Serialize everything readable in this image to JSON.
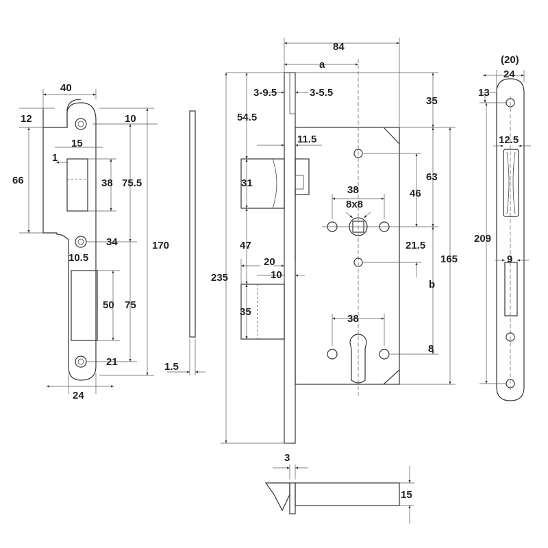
{
  "strike_plate": {
    "d_40": "40",
    "d_12": "12",
    "d_10": "10",
    "d_66": "66",
    "d_15": "15",
    "d_1": "1",
    "d_38": "38",
    "d_75_5": "75.5",
    "d_170": "170",
    "d_34": "34",
    "d_10_5": "10.5",
    "d_50": "50",
    "d_75": "75",
    "d_21": "21",
    "d_24": "24"
  },
  "side_profile": {
    "d_1_5": "1.5"
  },
  "lock_body": {
    "d_84": "84",
    "d_a": "a",
    "d_3_9_5": "3-9.5",
    "d_3_5_5": "3-5.5",
    "d_35_top": "35",
    "d_54_5": "54.5",
    "d_11_5": "11.5",
    "d_63": "63",
    "d_31": "31",
    "d_38_top": "38",
    "d_8x8": "8x8",
    "d_46": "46",
    "d_47": "47",
    "d_21_5": "21.5",
    "d_20": "20",
    "d_10": "10",
    "d_235": "235",
    "d_165": "165",
    "d_b": "b",
    "d_35_bottom": "35",
    "d_38_bottom": "38",
    "d_8": "8"
  },
  "faceplate": {
    "d_20_paren": "(20)",
    "d_24": "24",
    "d_13": "13",
    "d_12_5": "12.5",
    "d_209": "209",
    "d_9": "9"
  },
  "bolt_detail": {
    "d_3": "3",
    "d_15": "15"
  }
}
